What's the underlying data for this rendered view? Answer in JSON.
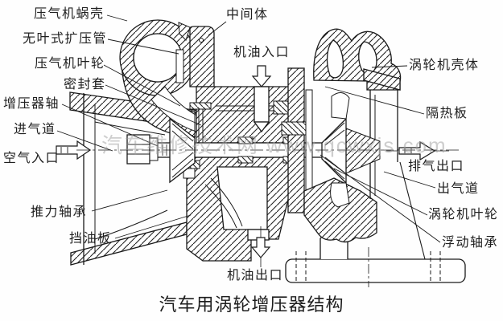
{
  "diagram": {
    "caption": "汽车用涡轮增压器结构",
    "watermark": "汽车维修技术网 www.qcwxjs.com",
    "ink_color": "#1a1a1a",
    "background_color": "#fefefe",
    "watermark_color": "#9f9f9f",
    "labels": {
      "compressor_volute": "压气机蜗壳",
      "vaneless_diffuser": "无叶式扩压管",
      "compressor_wheel": "压气机叶轮",
      "seal_sleeve": "密封套",
      "turbo_shaft": "增压器轴",
      "intake_duct": "进气道",
      "air_inlet": "空气入口",
      "thrust_bearing": "推力轴承",
      "oil_baffle": "挡油板",
      "center_housing": "中间体",
      "oil_inlet": "机油入口",
      "turbine_housing": "涡轮机壳体",
      "heat_shield": "隔热板",
      "exhaust_outlet": "排气出口",
      "outlet_duct": "出气道",
      "turbine_wheel": "涡轮机叶轮",
      "floating_bearing": "浮动轴承",
      "oil_outlet": "机油出口"
    }
  }
}
